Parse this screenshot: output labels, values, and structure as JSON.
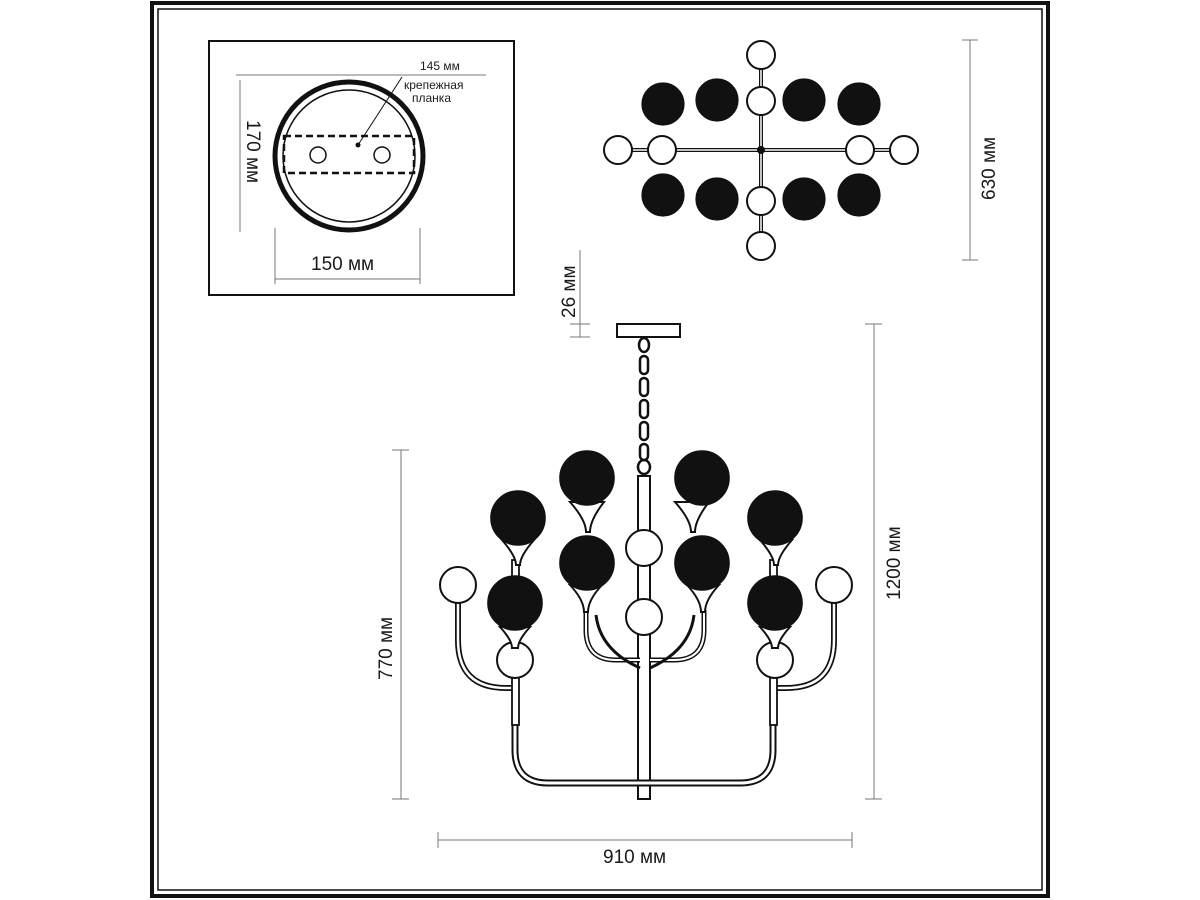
{
  "drawing": {
    "mount_view": {
      "plate_width": "145 мм",
      "bracket_label_line1": "крепежная",
      "bracket_label_line2": "планка",
      "height": "170 мм",
      "width": "150 мм"
    },
    "top_view": {
      "depth": "630 мм"
    },
    "front_view": {
      "canopy_height": "26 мм",
      "total_height": "1200 мм",
      "body_height": "770 мм",
      "width": "910 мм"
    }
  },
  "colors": {
    "line": "#1a1a1a",
    "background": "#ffffff"
  }
}
